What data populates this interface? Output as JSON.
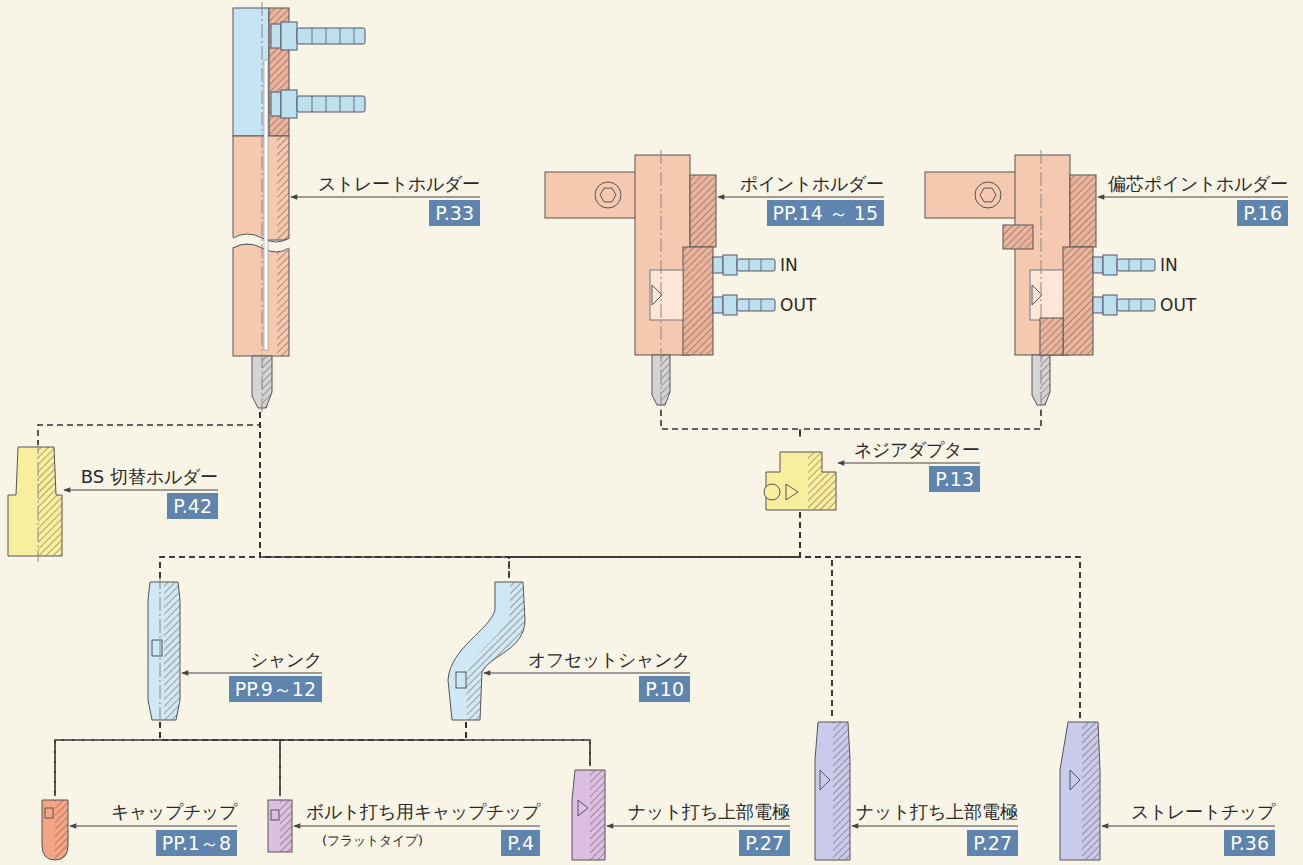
{
  "diagram": {
    "nodes": [
      {
        "text": [
          "ストレートホルダー",
          "P.33"
        ]
      },
      {
        "text": [
          "ポイントホルダー",
          "PP.14 ～ 15"
        ]
      },
      {
        "text": [
          "偏芯ポイントホルダー",
          "P.16"
        ]
      },
      {
        "text": [
          "BS 切替ホルダー",
          "P.42"
        ]
      },
      {
        "text": [
          "ネジアダプター",
          "P.13"
        ]
      },
      {
        "text": [
          "シャンク",
          "PP.9～12"
        ]
      },
      {
        "text": [
          "オフセットシャンク",
          "P.10"
        ]
      },
      {
        "text": [
          "キャップチップ",
          "PP.1～8"
        ]
      },
      {
        "text": [
          "ボルト打ち用キャップチップ",
          "(フラットタイプ)",
          "P.4"
        ]
      },
      {
        "text": [
          "ナット打ち上部電極",
          "P.27"
        ]
      },
      {
        "text": [
          "ナット打ち上部電極",
          "P.27"
        ]
      },
      {
        "text": [
          "ストレートチップ",
          "P.36"
        ]
      }
    ],
    "edges": [
      {
        "from": 0,
        "to": 3,
        "arrow": "none"
      },
      {
        "from": 0,
        "to": 5,
        "arrow": "none"
      },
      {
        "from": 0,
        "to": 6,
        "arrow": "none"
      },
      {
        "from": 0,
        "to": 10,
        "arrow": "none"
      },
      {
        "from": 0,
        "to": 11,
        "arrow": "none"
      },
      {
        "from": 1,
        "to": 4,
        "arrow": "none"
      },
      {
        "from": 2,
        "to": 4,
        "arrow": "none"
      },
      {
        "from": 4,
        "to": 5,
        "arrow": "none"
      },
      {
        "from": 4,
        "to": 6,
        "arrow": "none"
      },
      {
        "from": 4,
        "to": 10,
        "arrow": "none"
      },
      {
        "from": 4,
        "to": 11,
        "arrow": "none"
      },
      {
        "from": 5,
        "to": 7,
        "arrow": "none"
      },
      {
        "from": 5,
        "to": 8,
        "arrow": "none"
      },
      {
        "from": 5,
        "to": 9,
        "arrow": "none"
      },
      {
        "from": 6,
        "to": 7,
        "arrow": "none"
      },
      {
        "from": 6,
        "to": 8,
        "arrow": "none"
      },
      {
        "from": 6,
        "to": 9,
        "arrow": "none"
      }
    ],
    "labels": [
      "IN",
      "OUT",
      "IN",
      "OUT"
    ]
  }
}
